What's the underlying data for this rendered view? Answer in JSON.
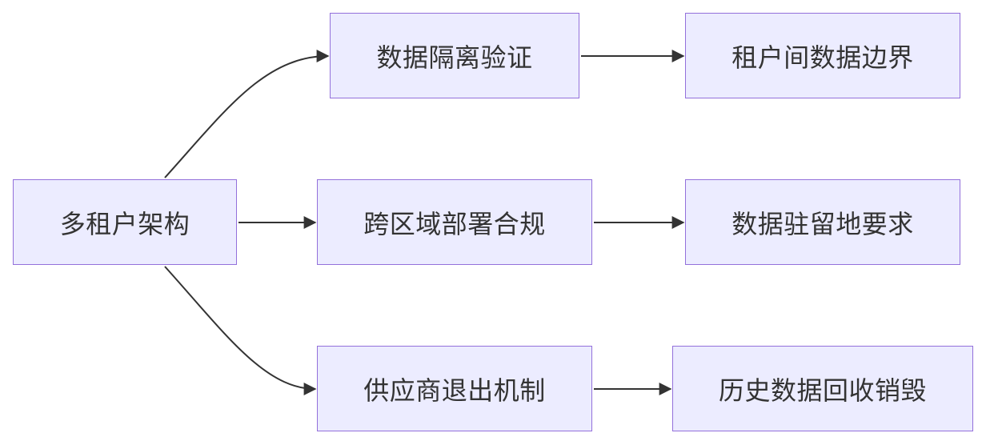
{
  "diagram": {
    "nodes": {
      "root": "多租户架构",
      "a1": "数据隔离验证",
      "a2": "租户间数据边界",
      "b1": "跨区域部署合规",
      "b2": "数据驻留地要求",
      "c1": "供应商退出机制",
      "c2": "历史数据回收销毁"
    },
    "edges": [
      {
        "from": "root",
        "to": "a1"
      },
      {
        "from": "root",
        "to": "b1"
      },
      {
        "from": "root",
        "to": "c1"
      },
      {
        "from": "a1",
        "to": "a2"
      },
      {
        "from": "b1",
        "to": "b2"
      },
      {
        "from": "c1",
        "to": "c2"
      }
    ],
    "colors": {
      "node_fill": "#ececff",
      "node_border": "#9370db",
      "edge": "#333333",
      "text": "#333333"
    }
  }
}
